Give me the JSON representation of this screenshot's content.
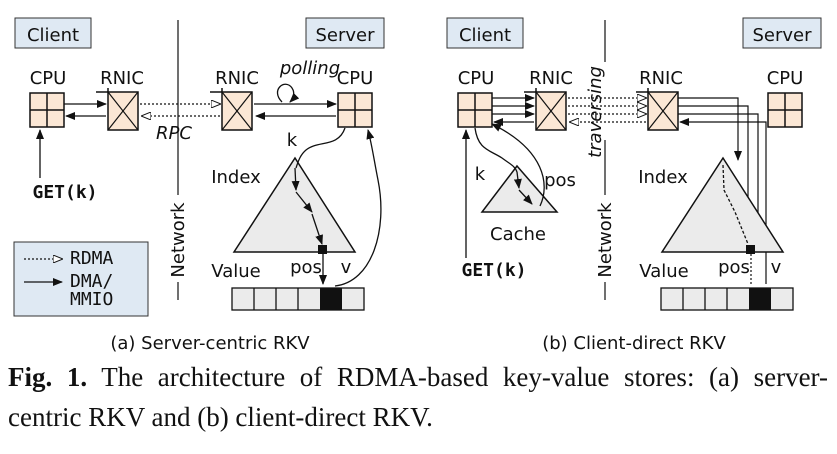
{
  "left_panel": {
    "client_label": "Client",
    "server_label": "Server",
    "cpu_client": "CPU",
    "rnic_client": "RNIC",
    "rnic_server": "RNIC",
    "cpu_server": "CPU",
    "polling": "polling",
    "rpc": "RPC",
    "get_k": "GET(k)",
    "k": "k",
    "index": "Index",
    "value": "Value",
    "pos": "pos",
    "v": "v",
    "network": "Network",
    "subcaption": "(a) Server-centric RKV"
  },
  "right_panel": {
    "client_label": "Client",
    "server_label": "Server",
    "cpu_client": "CPU",
    "rnic_client": "RNIC",
    "rnic_server": "RNIC",
    "cpu_server": "CPU",
    "traversing": "traversing",
    "k": "k",
    "pos_cache": "pos",
    "cache": "Cache",
    "get_k": "GET(k)",
    "index": "Index",
    "value": "Value",
    "pos": "pos",
    "v": "v",
    "network": "Network",
    "subcaption": "(b) Client-direct RKV"
  },
  "legend": {
    "rdma": "RDMA",
    "dma": "DMA/",
    "mmio": "MMIO"
  },
  "caption": {
    "fig_label": "Fig. 1.",
    "text": "The architecture of RDMA-based key-value stores: (a) server-centric RKV and (b) client-direct RKV."
  },
  "colors": {
    "label_box": "#dfe9f3",
    "cpu_fill": "#fbe7d5",
    "triangle_fill": "#ebebeb",
    "legend_fill": "#dfe9f3"
  }
}
